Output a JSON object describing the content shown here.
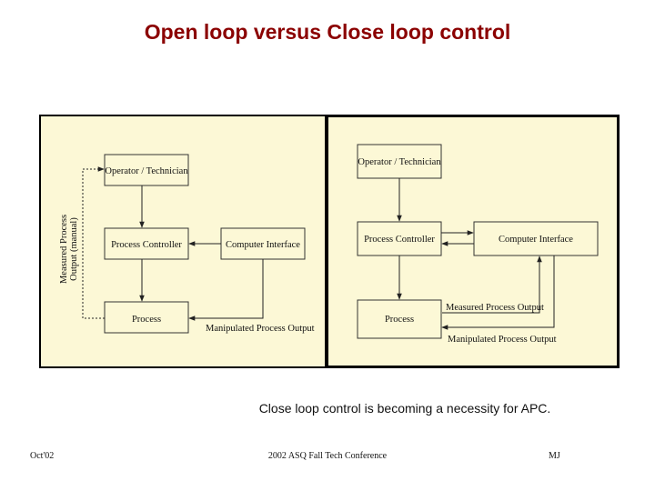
{
  "slide": {
    "title": "Open loop versus Close loop control",
    "caption": "Close loop control is becoming a necessity for APC.",
    "footer": {
      "left": "Oct'02",
      "center": "2002 ASQ Fall Tech Conference",
      "right": "MJ"
    }
  },
  "open_loop": {
    "operator": "Operator / Technician",
    "controller": "Process Controller",
    "interface": "Computer Interface",
    "process": "Process",
    "manipulated": "Manipulated Process Output",
    "measured_line1": "Measured Process",
    "measured_line2": "Output (manual)"
  },
  "close_loop": {
    "operator": "Operator / Technician",
    "controller": "Process Controller",
    "interface": "Computer Interface",
    "process": "Process",
    "measured": "Measured Process Output",
    "manipulated": "Manipulated Process Output"
  },
  "colors": {
    "title": "#8b0000",
    "panel_bg": "#fcf8d6"
  }
}
